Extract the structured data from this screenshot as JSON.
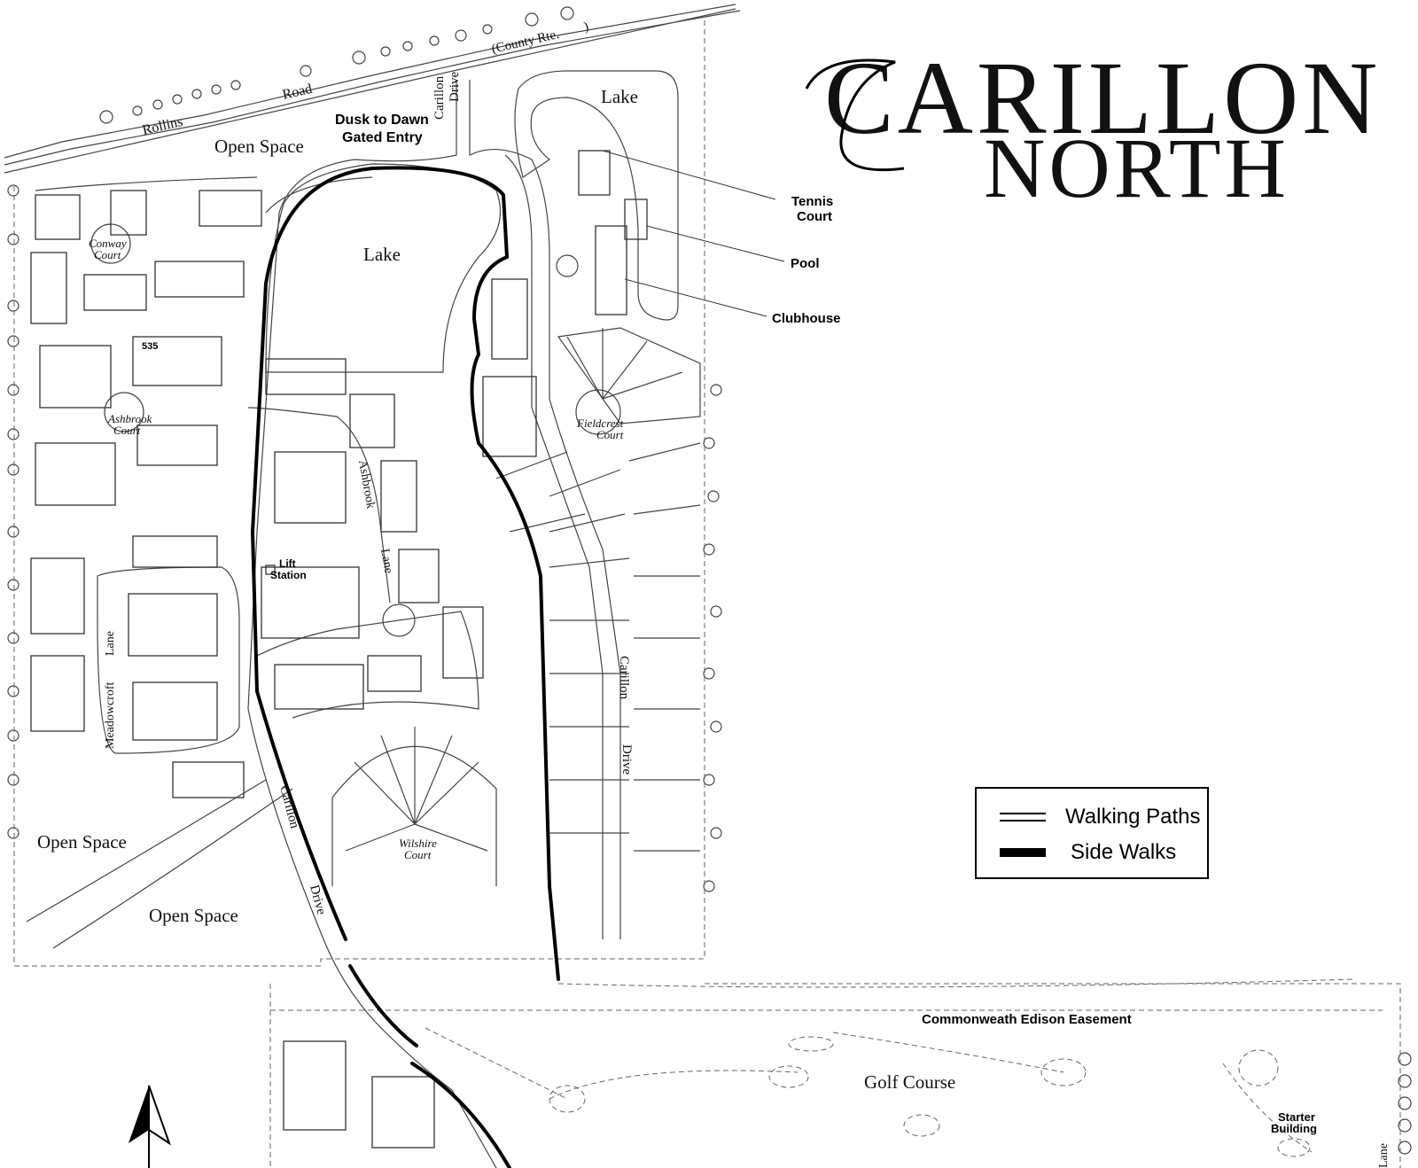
{
  "title": {
    "line1": "CARILLON",
    "line2": "NORTH"
  },
  "labels": {
    "rollins": "Rollins",
    "road": "Road",
    "county_rte": "(County Rte.",
    "county_rte_close": ")",
    "carillon_drive_top_1": "Carillon",
    "carillon_drive_top_2": "Drive",
    "gate_1": "Dusk to Dawn",
    "gate_2": "Gated Entry",
    "open_space_top": "Open Space",
    "open_space_left": "Open Space",
    "open_space_bottom": "Open Space",
    "lake_center": "Lake",
    "lake_top_right": "Lake",
    "tennis_1": "Tennis",
    "tennis_2": "Court",
    "pool": "Pool",
    "clubhouse": "Clubhouse",
    "conway_1": "Conway",
    "conway_2": "Court",
    "lot_535": "535",
    "ashbrook_court_1": "Ashbrook",
    "ashbrook_court_2": "Court",
    "ashbrook_lane_1": "Ashbrook",
    "ashbrook_lane_2": "Lane",
    "lift_1": "Lift",
    "lift_2": "Station",
    "meadowcroft_1": "Meadowcroft",
    "meadowcroft_2": "Lane",
    "fieldcrest_1": "Fieldcrest",
    "fieldcrest_2": "Court",
    "carillon_right_1": "Carillon",
    "carillon_right_2": "Drive",
    "carillon_left_1": "Carillon",
    "carillon_left_2": "Drive",
    "wilshire_1": "Wilshire",
    "wilshire_2": "Court",
    "easement": "Commonweath Edison Easement",
    "golf": "Golf Course",
    "starter_1": "Starter",
    "starter_2": "Building",
    "lane_right": "Lane"
  },
  "legend": {
    "walking_paths": "Walking Paths",
    "side_walks": "Side Walks"
  },
  "icons": {
    "north_arrow": "north-arrow-icon"
  },
  "colors": {
    "ink": "#000000",
    "background": "#ffffff"
  }
}
